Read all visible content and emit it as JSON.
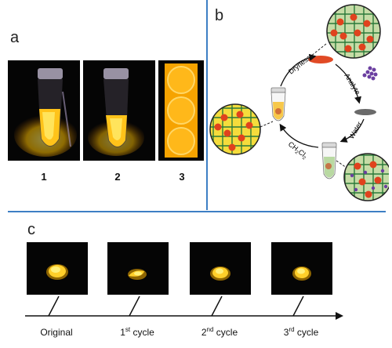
{
  "panel_a": {
    "letter": "a",
    "photo_labels": [
      "1",
      "2",
      "3"
    ]
  },
  "panel_b": {
    "letter": "b",
    "arrow_labels": {
      "dryness": "Dryness",
      "analyte": "Analyte",
      "water": "Water",
      "ch2cl2": "CH2Cl2"
    }
  },
  "panel_c": {
    "letter": "c",
    "stages": [
      {
        "main": "Original",
        "sup": "",
        "tail": ""
      },
      {
        "main": "1",
        "sup": "st",
        "tail": " cycle"
      },
      {
        "main": "2",
        "sup": "nd",
        "tail": " cycle"
      },
      {
        "main": "3",
        "sup": "rd",
        "tail": " cycle"
      }
    ]
  },
  "colors": {
    "divider": "#3d7fc4",
    "glow": "#ffb400",
    "glow_core": "#fff07a",
    "photo_bg": "#050505"
  }
}
